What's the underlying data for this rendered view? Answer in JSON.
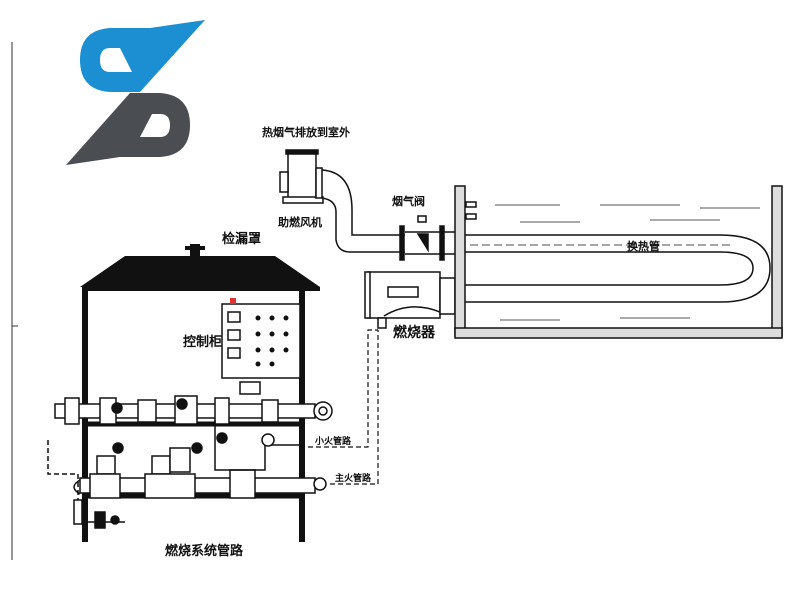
{
  "logo": {
    "letter": "S",
    "colors": {
      "top": "#1b8fd2",
      "bottom": "#4a4d52"
    }
  },
  "labels": {
    "exhaust": "热烟气排放到室外",
    "fan": "助燃风机",
    "flue_valve": "烟气阀",
    "heat_exchange_tube": "换热管",
    "leak_hood": "检漏罩",
    "control_cabinet": "控制柜",
    "burner": "燃烧器",
    "pilot_line": "小火管路",
    "main_line": "主火管路",
    "combustion_piping": "燃烧系统管路"
  },
  "colors": {
    "line": "#111111",
    "background": "#ffffff"
  }
}
